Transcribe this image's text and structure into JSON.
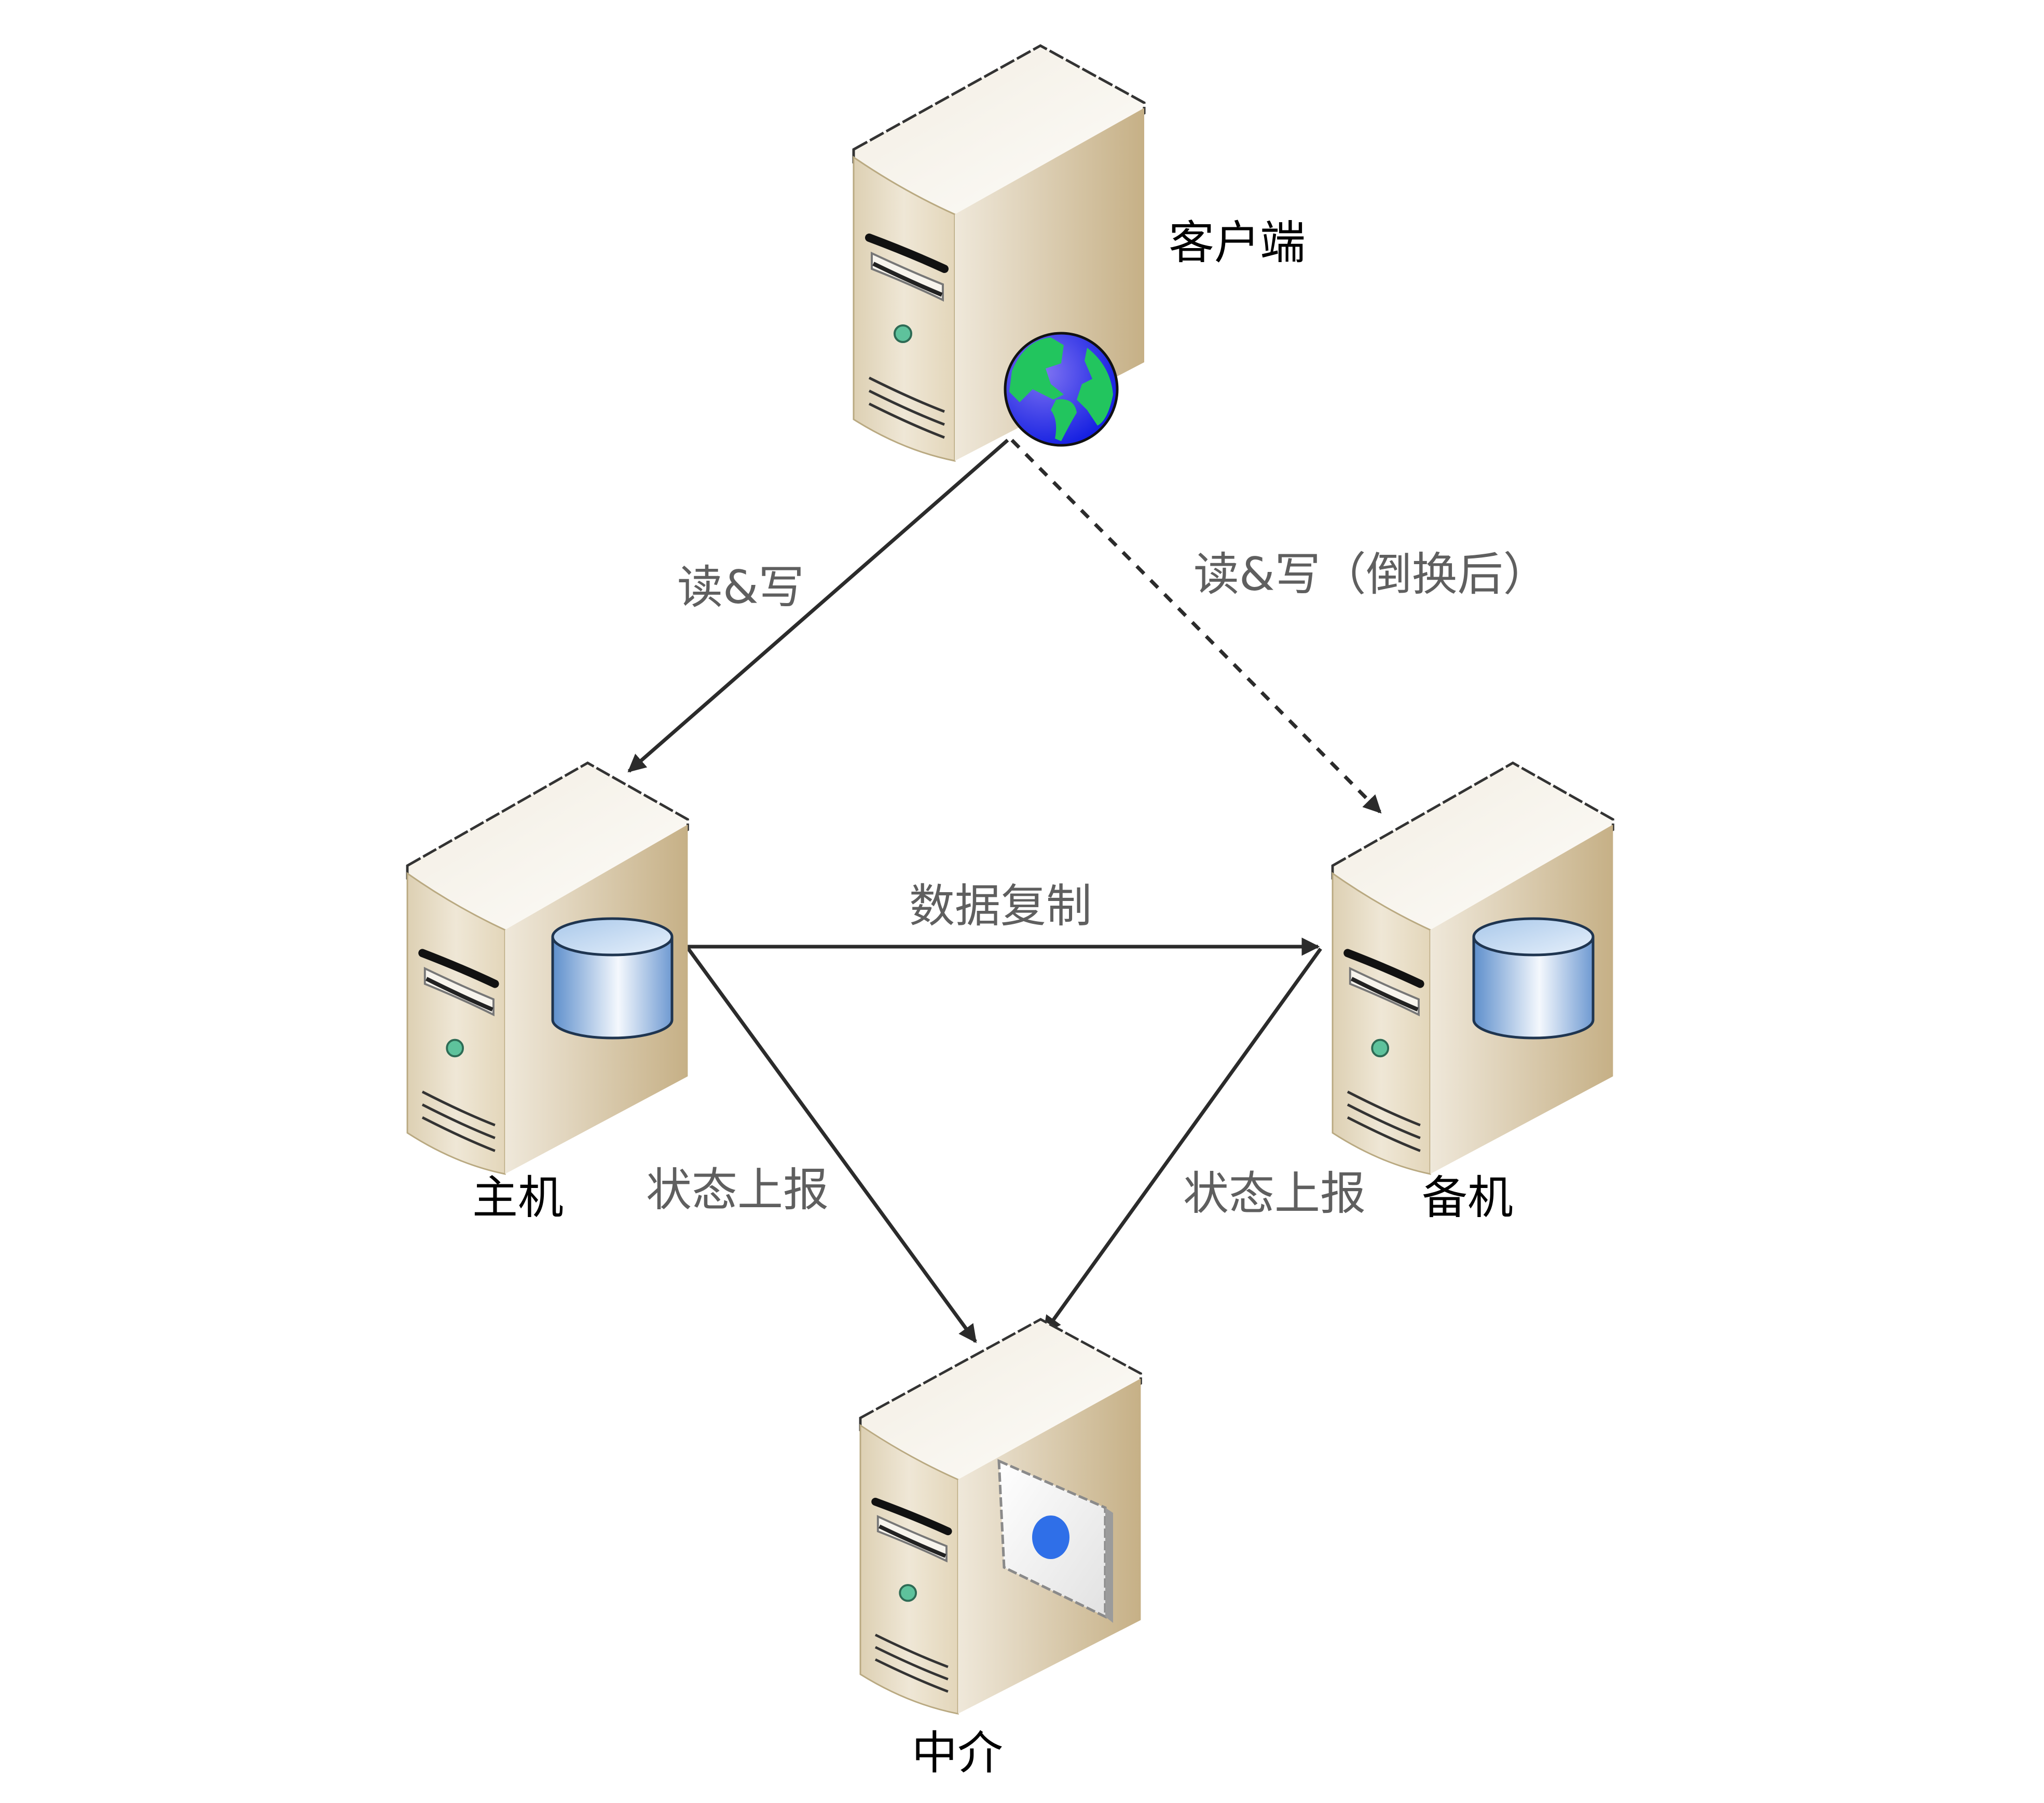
{
  "diagram": {
    "title": "主备倒换架构（中介模式）",
    "nodes": {
      "client": {
        "label": "客户端",
        "type": "server",
        "badge": "globe"
      },
      "primary": {
        "label": "主机",
        "type": "server",
        "badge": "database"
      },
      "backup": {
        "label": "备机",
        "type": "server",
        "badge": "database"
      },
      "mediator": {
        "label": "中介",
        "type": "server",
        "badge": "status-card"
      }
    },
    "edges": [
      {
        "id": "client-primary",
        "from": "client",
        "to": "primary",
        "label": "读&写",
        "style": "solid"
      },
      {
        "id": "client-backup",
        "from": "client",
        "to": "backup",
        "label": "读&写（倒换后）",
        "style": "dashed"
      },
      {
        "id": "primary-backup",
        "from": "primary",
        "to": "backup",
        "label": "数据复制",
        "style": "solid"
      },
      {
        "id": "primary-mediator",
        "from": "primary",
        "to": "mediator",
        "label": "状态上报",
        "style": "solid"
      },
      {
        "id": "backup-mediator",
        "from": "backup",
        "to": "mediator",
        "label": "状态上报",
        "style": "solid"
      }
    ],
    "colors": {
      "server_body": "#e8dcc0",
      "server_side": "#c8b48a",
      "database": "#7fa9d8",
      "globe_ocean": "#2a3be8",
      "globe_land": "#22c55e",
      "status_dot": "#2f6fe8",
      "edge": "#2b2b2b",
      "edge_label": "#5f5f5f",
      "node_label": "#000000"
    }
  }
}
